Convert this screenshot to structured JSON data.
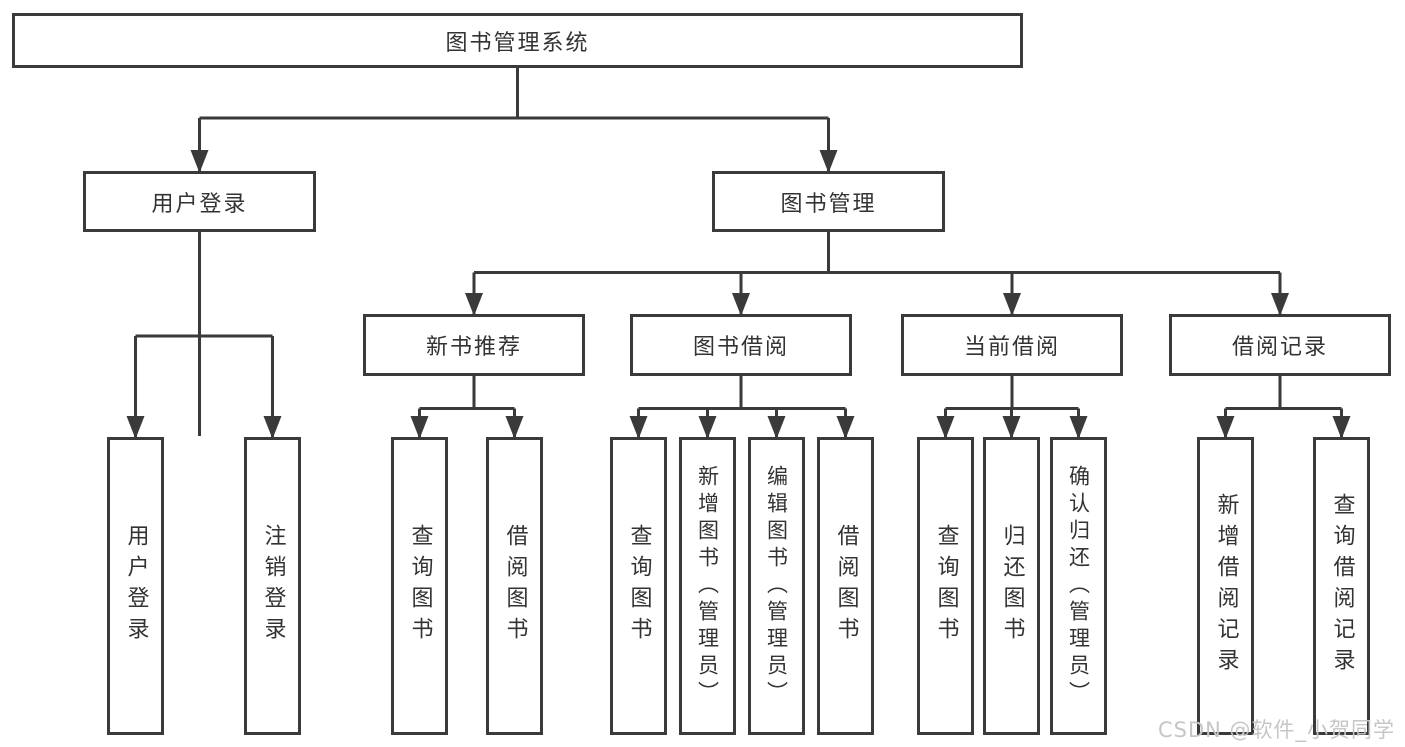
{
  "title": {
    "label": "图书管理系统"
  },
  "level1": [
    {
      "key": "user-login",
      "label": "用户登录"
    },
    {
      "key": "book-management",
      "label": "图书管理"
    }
  ],
  "level2": [
    {
      "key": "new-book-recommend",
      "label": "新书推荐"
    },
    {
      "key": "book-borrowing",
      "label": "图书借阅"
    },
    {
      "key": "current-borrowing",
      "label": "当前借阅"
    },
    {
      "key": "borrowing-records",
      "label": "借阅记录"
    }
  ],
  "leaves": [
    {
      "key": "user-login-leaf",
      "label": "用户登录"
    },
    {
      "key": "logout-leaf",
      "label": "注销登录"
    },
    {
      "key": "query-books-recommend",
      "label": "查询图书"
    },
    {
      "key": "borrow-books-recommend",
      "label": "借阅图书"
    },
    {
      "key": "query-books-borrowing",
      "label": "查询图书"
    },
    {
      "key": "add-books-admin",
      "label": "新增图书（管理员）"
    },
    {
      "key": "edit-books-admin",
      "label": "编辑图书（管理员）"
    },
    {
      "key": "borrow-books-borrowing",
      "label": "借阅图书"
    },
    {
      "key": "query-books-current",
      "label": "查询图书"
    },
    {
      "key": "return-books",
      "label": "归还图书"
    },
    {
      "key": "confirm-return-admin",
      "label": "确认归还（管理员）"
    },
    {
      "key": "add-borrow-record",
      "label": "新增借阅记录"
    },
    {
      "key": "query-borrow-record",
      "label": "查询借阅记录"
    }
  ],
  "watermark": {
    "label": "CSDN @软件_小贺同学",
    "color": "#c8c5c5"
  },
  "colors": {
    "line": "#3a3a3a",
    "text": "#333333",
    "box_background": "#ffffff",
    "page_background": "#ffffff"
  }
}
